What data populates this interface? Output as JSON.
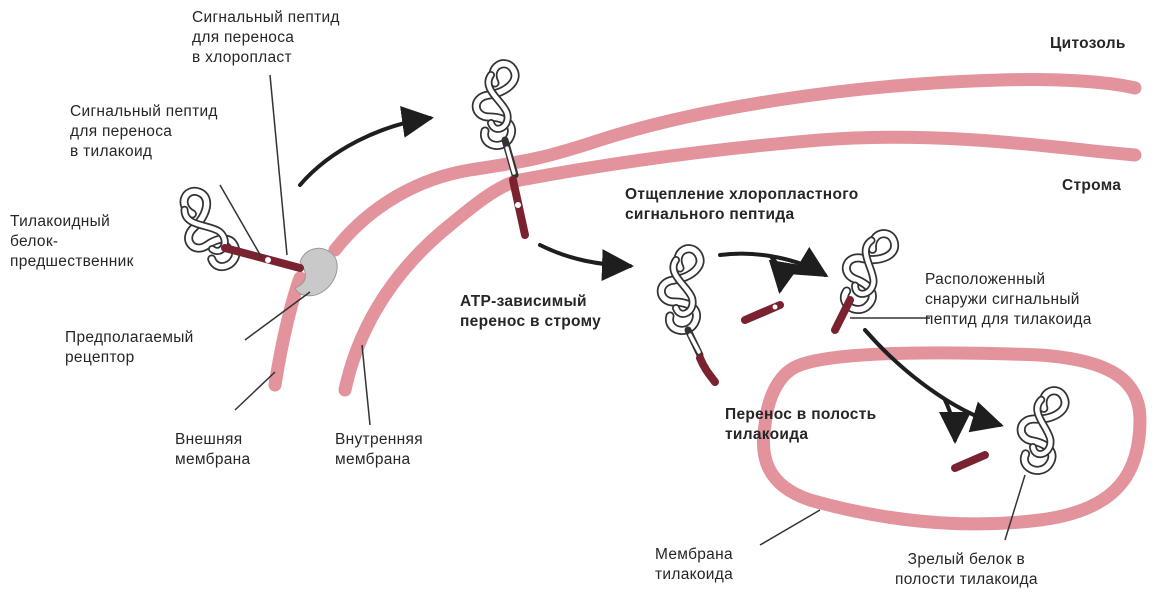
{
  "labels": {
    "cytosol": "Цитозоль",
    "stroma": "Строма",
    "signal_chloroplast": "Сигнальный пептид\nдля переноса\nв хлоропласт",
    "signal_thylakoid": "Сигнальный пептид\nдля переноса\nв тилакоид",
    "precursor": "Тилакоидный\nбелок-\nпредшественник",
    "receptor": "Предполагаемый\nрецептор",
    "outer_membrane": "Внешняя\nмембрана",
    "inner_membrane": "Внутренняя\nмембрана",
    "atp_transfer": "АТР-зависимый\nперенос в строму",
    "cleavage": "Отщепление хлоропластного\nсигнального пептида",
    "exposed_signal": "Расположенный\nснаружи сигнальный\nпептид для тилакоида",
    "lumen_transfer": "Перенос в полость\nтилакоида",
    "thylakoid_membrane": "Мембрана\nтилакоида",
    "mature_protein": "Зрелый белок в\nполости тилакоида"
  },
  "colors": {
    "membrane": "#e3939c",
    "membrane_dark": "#c96f7c",
    "peptide": "#7a2230",
    "arrow": "#1e1e1e",
    "receptor": "#c9c9c9"
  }
}
